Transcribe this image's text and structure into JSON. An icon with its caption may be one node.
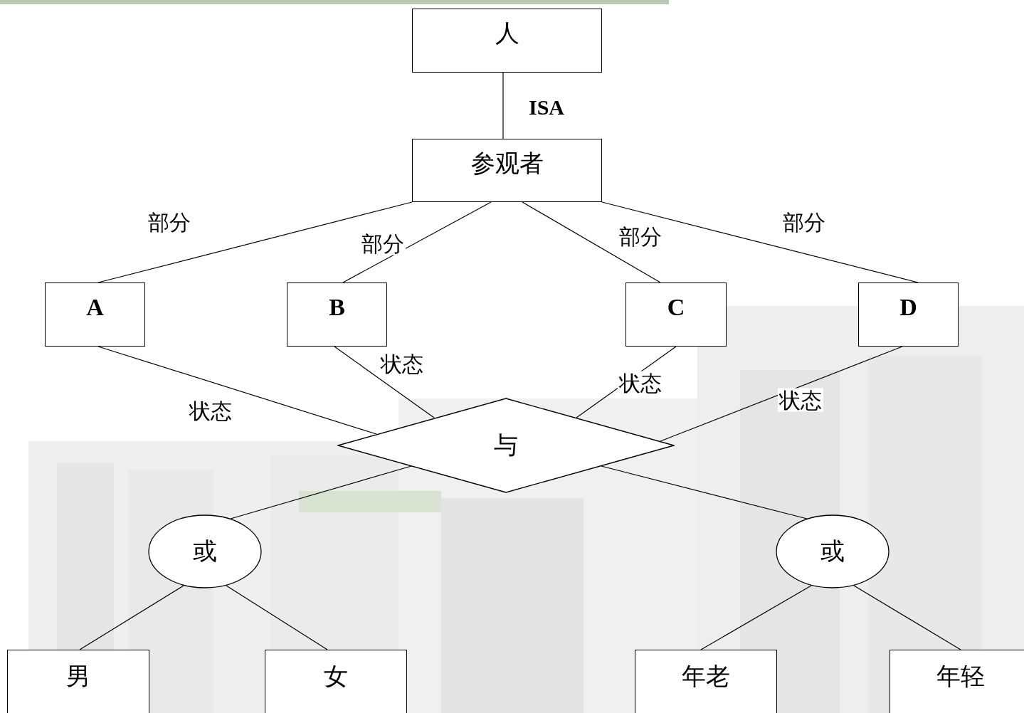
{
  "diagram": {
    "nodes": [
      {
        "text": [
          "人"
        ]
      },
      {
        "text": [
          "参观者"
        ]
      },
      {
        "text": [
          "A"
        ]
      },
      {
        "text": [
          "B"
        ]
      },
      {
        "text": [
          "C"
        ]
      },
      {
        "text": [
          "D"
        ]
      },
      {
        "text": [
          "与"
        ]
      },
      {
        "text": [
          "或"
        ]
      },
      {
        "text": [
          "或"
        ]
      },
      {
        "text": [
          "男"
        ]
      },
      {
        "text": [
          "女"
        ]
      },
      {
        "text": [
          "年老"
        ]
      },
      {
        "text": [
          "年轻"
        ]
      }
    ],
    "edges": [
      {
        "from": 0,
        "to": 1,
        "arrow": "none",
        "label": "ISA"
      },
      {
        "from": 1,
        "to": 2,
        "arrow": "none",
        "label": "部分"
      },
      {
        "from": 1,
        "to": 3,
        "arrow": "none",
        "label": "部分"
      },
      {
        "from": 1,
        "to": 4,
        "arrow": "none",
        "label": "部分"
      },
      {
        "from": 1,
        "to": 5,
        "arrow": "none",
        "label": "部分"
      },
      {
        "from": 2,
        "to": 6,
        "arrow": "none",
        "label": "状态"
      },
      {
        "from": 3,
        "to": 6,
        "arrow": "none",
        "label": "状态"
      },
      {
        "from": 4,
        "to": 6,
        "arrow": "none",
        "label": "状态"
      },
      {
        "from": 5,
        "to": 6,
        "arrow": "none",
        "label": "状态"
      },
      {
        "from": 6,
        "to": 7,
        "arrow": "none"
      },
      {
        "from": 6,
        "to": 8,
        "arrow": "none"
      },
      {
        "from": 7,
        "to": 9,
        "arrow": "none"
      },
      {
        "from": 7,
        "to": 10,
        "arrow": "none"
      },
      {
        "from": 8,
        "to": 11,
        "arrow": "none"
      },
      {
        "from": 8,
        "to": 12,
        "arrow": "none"
      }
    ]
  }
}
